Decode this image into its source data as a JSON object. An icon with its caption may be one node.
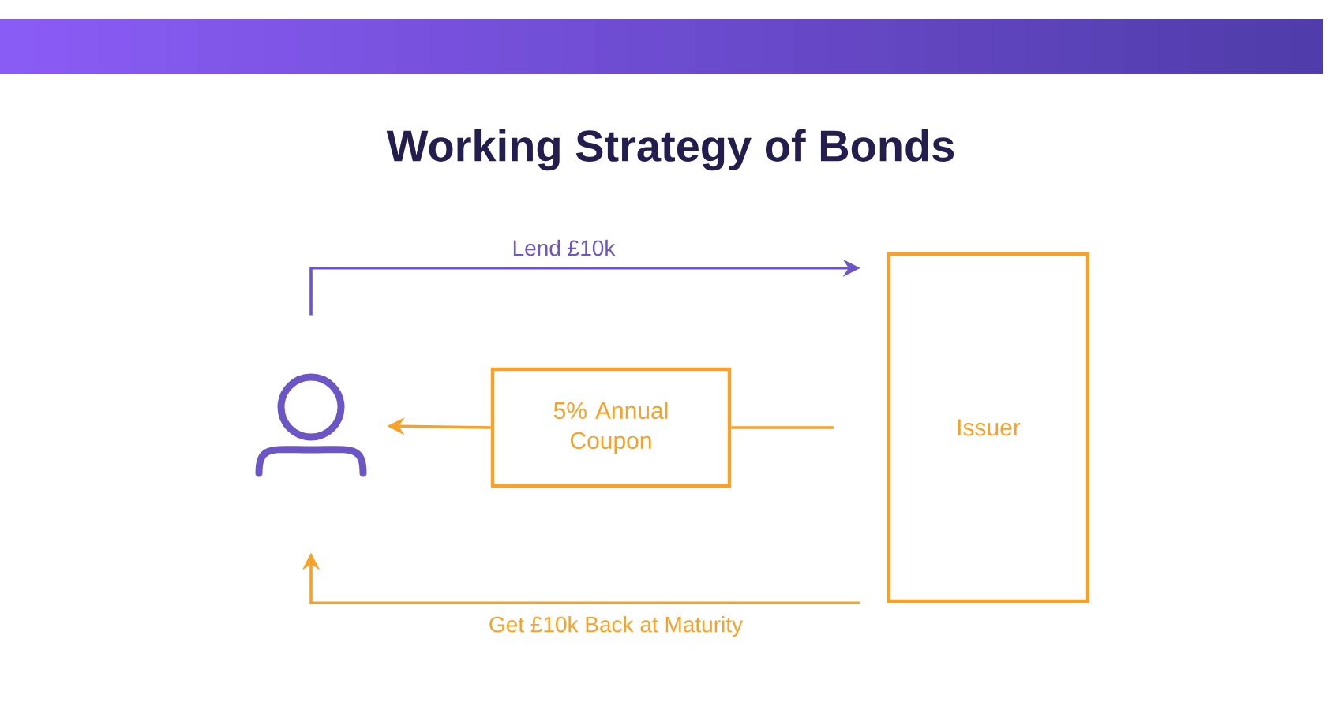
{
  "diagram": {
    "title": "Working Strategy of Bonds",
    "nodes": [
      {
        "text": [],
        "shape": "person"
      },
      {
        "text": [
          "5% Annual Coupon"
        ]
      },
      {
        "text": [
          "Issuer"
        ]
      }
    ],
    "edges": [
      {
        "from": 0,
        "to": 2,
        "arrow": "to",
        "label": "Lend £10k",
        "color": "#6c55c4"
      },
      {
        "from": 1,
        "to": 0,
        "arrow": "to"
      },
      {
        "from": 2,
        "to": 1,
        "arrow": "none"
      },
      {
        "from": 2,
        "to": 0,
        "arrow": "to",
        "label": "Get £10k Back at Maturity"
      }
    ]
  }
}
